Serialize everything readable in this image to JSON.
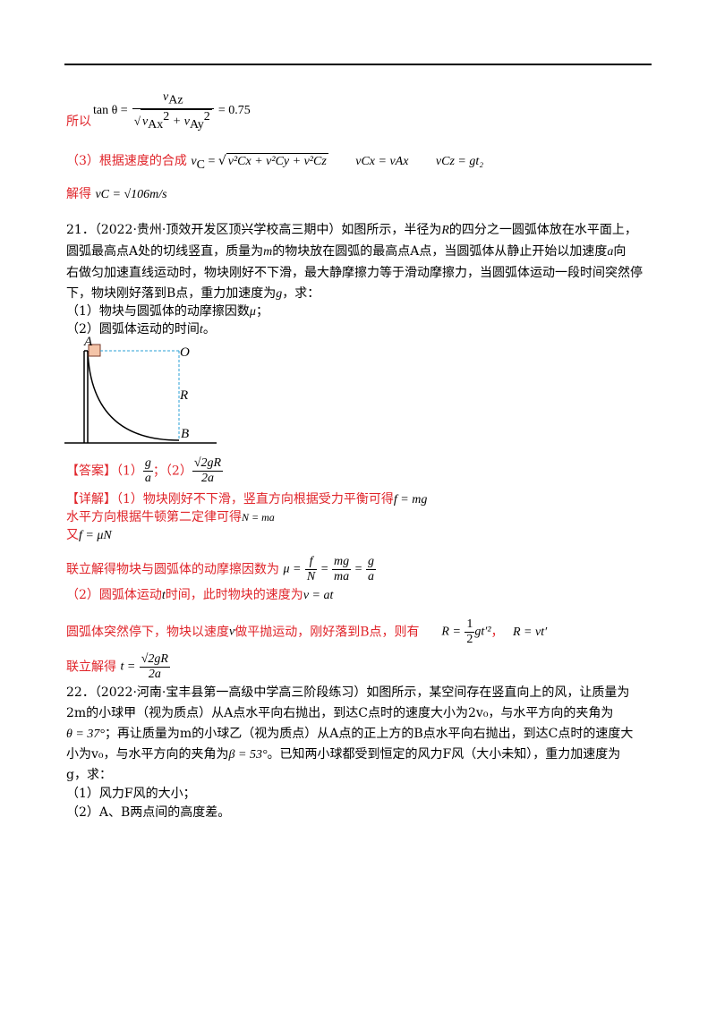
{
  "solution_prev": {
    "tan_lhs": "tan θ =",
    "tan_num": "v",
    "tan_num_sub": "Az",
    "tan_den_parts": [
      "v",
      "Ax",
      "2",
      " + v",
      "Ay",
      "2"
    ],
    "tan_rhs": "= 0.75",
    "so_label": "所以",
    "step3_label": "（3）根据速度的合成",
    "step3_vc": "v",
    "step3_vc_sub": "C",
    "step3_vc_eq": " = ",
    "step3_sqrt": "v²Cx + v²Cy + v²Cz",
    "step3_vcx": "vCx = vAx",
    "step3_vcz": "vCz = gt₂",
    "solve_label": "解得",
    "solve_expr": "vC = √106m/s"
  },
  "q21": {
    "line1": "21．（2022·贵州·顶效开发区顶兴学校高三期中）如图所示，半径为",
    "line1_R": "R",
    "line1_b": "的四分之一圆弧体放在水平面上，",
    "line2a": "圆弧最高点A处的切线竖直，质量为",
    "line2_m": "m",
    "line2b": "的物块放在圆弧的最高点A点，当圆弧体从静止开始以加速度",
    "line2_a": "a",
    "line2c": "向",
    "line3": "右做匀加速直线运动时，物块刚好不下滑，最大静摩擦力等于滑动摩擦力，当圆弧体运动一段时间突然停",
    "line4a": "下，物块刚好落到B点，重力加速度为",
    "line4_g": "g",
    "line4b": "，求：",
    "sub1": "（1）物块与圆弧体的动摩擦因数",
    "sub1_mu": "μ",
    "sub1_end": "；",
    "sub2": "（2）圆弧体运动的时间",
    "sub2_t": "t",
    "sub2_end": "。",
    "fig_labels": {
      "A": "A",
      "O": "O",
      "R": "R",
      "B": "B"
    },
    "answer_label": "【答案】",
    "answer_1": "（1）",
    "answer_1_num": "g",
    "answer_1_den": "a",
    "answer_sep": "；（2）",
    "answer_2_num": "√2gR",
    "answer_2_den": "2a",
    "detail_label": "【详解】",
    "detail_1": "（1）物块刚好不下滑，竖直方向根据受力平衡可得",
    "detail_1_eq": "f = mg",
    "detail_2": "水平方向根据牛顿第二定律可得",
    "detail_2_eq": "N = ma",
    "detail_3": "又",
    "detail_3_eq": "f = μN",
    "detail_4": "联立解得物块与圆弧体的动摩擦因数为",
    "detail_4_lhs": "μ =",
    "detail_4_f1n": "f",
    "detail_4_f1d": "N",
    "detail_4_f2n": "mg",
    "detail_4_f2d": "ma",
    "detail_4_f3n": "g",
    "detail_4_f3d": "a",
    "detail_5": "（2）圆弧体运动",
    "detail_5_t": "t",
    "detail_5b": "时间，此时物块的速度为",
    "detail_5_eq": "v = at",
    "detail_6": "圆弧体突然停下，物块以速度",
    "detail_6_v": "v",
    "detail_6b": "做平抛运动，刚好落到B点，则有",
    "detail_6_eq1_lhs": "R =",
    "detail_6_eq1_n": "1",
    "detail_6_eq1_d": "2",
    "detail_6_eq1_r": "gt′²",
    "detail_6_sep": "，",
    "detail_6_eq2": "R = vt′",
    "detail_7": "联立解得",
    "detail_7_lhs": "t =",
    "detail_7_num": "√2gR",
    "detail_7_den": "2a"
  },
  "q22": {
    "line1": "22．（2022·河南·宝丰县第一高级中学高三阶段练习）如图所示，某空间存在竖直向上的风，让质量为",
    "line2": "2m的小球甲（视为质点）从A点水平向右抛出，到达C点时的速度大小为2v₀，与水平方向的夹角为",
    "line3_eq": "θ = 37°",
    "line3": "；再让质量为m的小球乙（视为质点）从A点的正上方的B点水平向右抛出，到达C点时的速度大",
    "line4a": "小为v₀，与水平方向的夹角为",
    "line4_eq": "β = 53°",
    "line4b": "。已知两小球都受到恒定的风力F风（大小未知），重力加速度为",
    "line5": "g，求：",
    "sub1": "（1）风力F风的大小；",
    "sub2": "（2）A、B两点间的高度差。"
  }
}
